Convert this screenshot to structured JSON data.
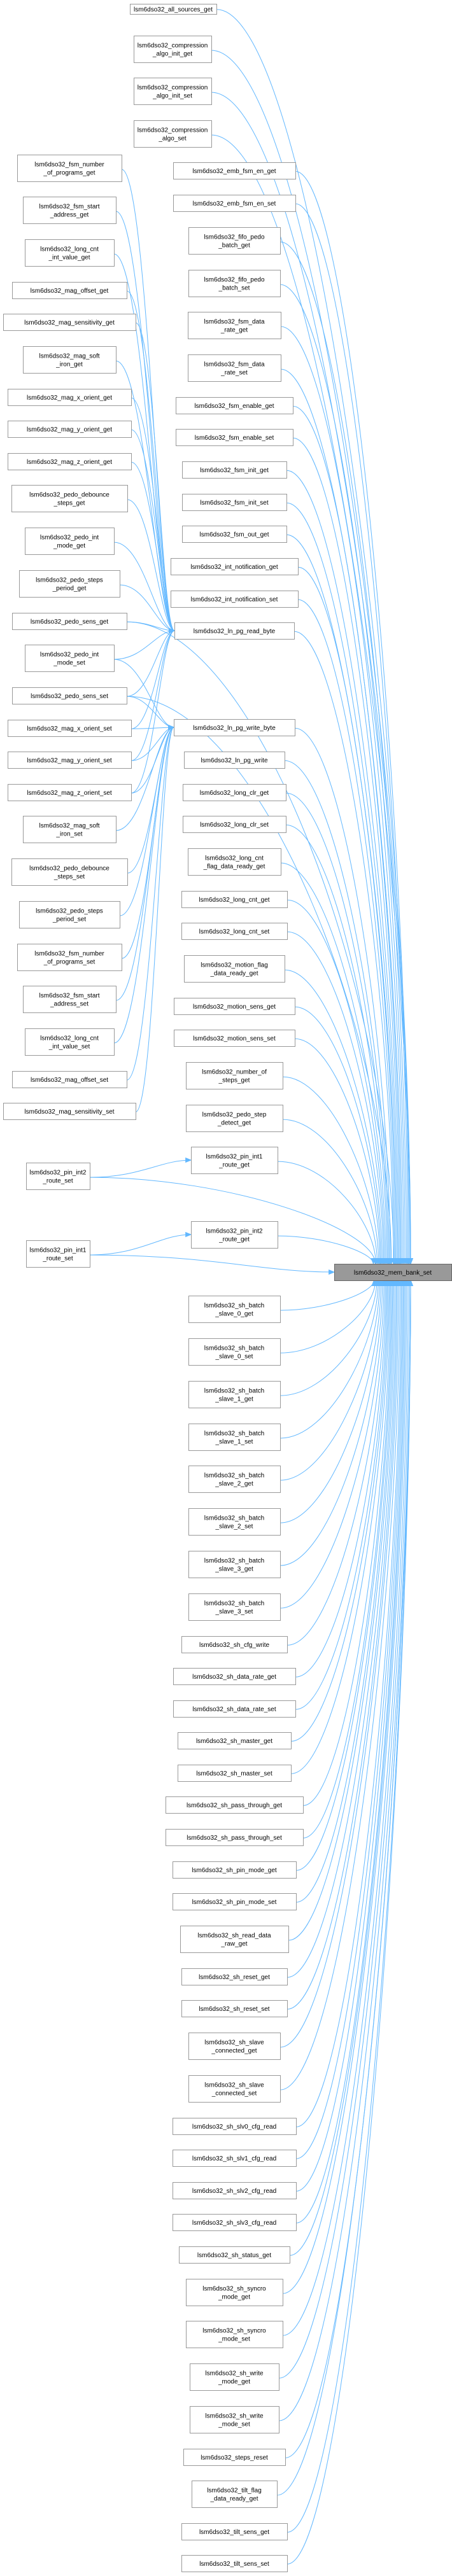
{
  "diagram": {
    "type": "call-graph",
    "target": {
      "id": "mem_bank_set",
      "label": [
        "lsm6dso32_mem_bank_set"
      ]
    },
    "intermediates": [
      {
        "id": "ln_pg_read_byte",
        "label": [
          "lsm6dso32_ln_pg_read_byte"
        ]
      },
      {
        "id": "ln_pg_write_byte",
        "label": [
          "lsm6dso32_ln_pg_write_byte"
        ]
      },
      {
        "id": "pin_int1_route_get",
        "label": [
          "lsm6dso32_pin_int1",
          "_route_get"
        ]
      },
      {
        "id": "pin_int2_route_get",
        "label": [
          "lsm6dso32_pin_int2",
          "_route_get"
        ]
      }
    ],
    "middle_nodes": [
      {
        "id": "all_sources_get",
        "label": [
          "lsm6dso32_all_sources_get"
        ]
      },
      {
        "id": "compression_algo_init_get",
        "label": [
          "lsm6dso32_compression",
          "_algo_init_get"
        ]
      },
      {
        "id": "compression_algo_init_set",
        "label": [
          "lsm6dso32_compression",
          "_algo_init_set"
        ]
      },
      {
        "id": "compression_algo_set",
        "label": [
          "lsm6dso32_compression",
          "_algo_set"
        ]
      },
      {
        "id": "emb_fsm_en_get",
        "label": [
          "lsm6dso32_emb_fsm_en_get"
        ]
      },
      {
        "id": "emb_fsm_en_set",
        "label": [
          "lsm6dso32_emb_fsm_en_set"
        ]
      },
      {
        "id": "fifo_pedo_batch_get",
        "label": [
          "lsm6dso32_fifo_pedo",
          "_batch_get"
        ]
      },
      {
        "id": "fifo_pedo_batch_set",
        "label": [
          "lsm6dso32_fifo_pedo",
          "_batch_set"
        ]
      },
      {
        "id": "fsm_data_rate_get",
        "label": [
          "lsm6dso32_fsm_data",
          "_rate_get"
        ]
      },
      {
        "id": "fsm_data_rate_set",
        "label": [
          "lsm6dso32_fsm_data",
          "_rate_set"
        ]
      },
      {
        "id": "fsm_enable_get",
        "label": [
          "lsm6dso32_fsm_enable_get"
        ]
      },
      {
        "id": "fsm_enable_set",
        "label": [
          "lsm6dso32_fsm_enable_set"
        ]
      },
      {
        "id": "fsm_init_get",
        "label": [
          "lsm6dso32_fsm_init_get"
        ]
      },
      {
        "id": "fsm_init_set",
        "label": [
          "lsm6dso32_fsm_init_set"
        ]
      },
      {
        "id": "fsm_out_get",
        "label": [
          "lsm6dso32_fsm_out_get"
        ]
      },
      {
        "id": "int_notification_get",
        "label": [
          "lsm6dso32_int_notification_get"
        ]
      },
      {
        "id": "int_notification_set",
        "label": [
          "lsm6dso32_int_notification_set"
        ]
      },
      {
        "id": "ln_pg_read_byte",
        "label": [
          "lsm6dso32_ln_pg_read_byte"
        ]
      },
      {
        "id": "ln_pg_write_byte",
        "label": [
          "lsm6dso32_ln_pg_write_byte"
        ]
      },
      {
        "id": "ln_pg_write",
        "label": [
          "lsm6dso32_ln_pg_write"
        ]
      },
      {
        "id": "long_clr_get",
        "label": [
          "lsm6dso32_long_clr_get"
        ]
      },
      {
        "id": "long_clr_set",
        "label": [
          "lsm6dso32_long_clr_set"
        ]
      },
      {
        "id": "long_cnt_flag_data_ready_get",
        "label": [
          "lsm6dso32_long_cnt",
          "_flag_data_ready_get"
        ]
      },
      {
        "id": "long_cnt_get",
        "label": [
          "lsm6dso32_long_cnt_get"
        ]
      },
      {
        "id": "long_cnt_set",
        "label": [
          "lsm6dso32_long_cnt_set"
        ]
      },
      {
        "id": "motion_flag_data_ready_get",
        "label": [
          "lsm6dso32_motion_flag",
          "_data_ready_get"
        ]
      },
      {
        "id": "motion_sens_get",
        "label": [
          "lsm6dso32_motion_sens_get"
        ]
      },
      {
        "id": "motion_sens_set",
        "label": [
          "lsm6dso32_motion_sens_set"
        ]
      },
      {
        "id": "number_of_steps_get",
        "label": [
          "lsm6dso32_number_of",
          "_steps_get"
        ]
      },
      {
        "id": "pedo_step_detect_get",
        "label": [
          "lsm6dso32_pedo_step",
          "_detect_get"
        ]
      },
      {
        "id": "pin_int1_route_get",
        "label": [
          "lsm6dso32_pin_int1",
          "_route_get"
        ]
      },
      {
        "id": "pin_int2_route_get",
        "label": [
          "lsm6dso32_pin_int2",
          "_route_get"
        ]
      },
      {
        "id": "sh_batch_slave_0_get",
        "label": [
          "lsm6dso32_sh_batch",
          "_slave_0_get"
        ]
      },
      {
        "id": "sh_batch_slave_0_set",
        "label": [
          "lsm6dso32_sh_batch",
          "_slave_0_set"
        ]
      },
      {
        "id": "sh_batch_slave_1_get",
        "label": [
          "lsm6dso32_sh_batch",
          "_slave_1_get"
        ]
      },
      {
        "id": "sh_batch_slave_1_set",
        "label": [
          "lsm6dso32_sh_batch",
          "_slave_1_set"
        ]
      },
      {
        "id": "sh_batch_slave_2_get",
        "label": [
          "lsm6dso32_sh_batch",
          "_slave_2_get"
        ]
      },
      {
        "id": "sh_batch_slave_2_set",
        "label": [
          "lsm6dso32_sh_batch",
          "_slave_2_set"
        ]
      },
      {
        "id": "sh_batch_slave_3_get",
        "label": [
          "lsm6dso32_sh_batch",
          "_slave_3_get"
        ]
      },
      {
        "id": "sh_batch_slave_3_set",
        "label": [
          "lsm6dso32_sh_batch",
          "_slave_3_set"
        ]
      },
      {
        "id": "sh_cfg_write",
        "label": [
          "lsm6dso32_sh_cfg_write"
        ]
      },
      {
        "id": "sh_data_rate_get",
        "label": [
          "lsm6dso32_sh_data_rate_get"
        ]
      },
      {
        "id": "sh_data_rate_set",
        "label": [
          "lsm6dso32_sh_data_rate_set"
        ]
      },
      {
        "id": "sh_master_get",
        "label": [
          "lsm6dso32_sh_master_get"
        ]
      },
      {
        "id": "sh_master_set",
        "label": [
          "lsm6dso32_sh_master_set"
        ]
      },
      {
        "id": "sh_pass_through_get",
        "label": [
          "lsm6dso32_sh_pass_through_get"
        ]
      },
      {
        "id": "sh_pass_through_set",
        "label": [
          "lsm6dso32_sh_pass_through_set"
        ]
      },
      {
        "id": "sh_pin_mode_get",
        "label": [
          "lsm6dso32_sh_pin_mode_get"
        ]
      },
      {
        "id": "sh_pin_mode_set",
        "label": [
          "lsm6dso32_sh_pin_mode_set"
        ]
      },
      {
        "id": "sh_read_data_raw_get",
        "label": [
          "lsm6dso32_sh_read_data",
          "_raw_get"
        ]
      },
      {
        "id": "sh_reset_get",
        "label": [
          "lsm6dso32_sh_reset_get"
        ]
      },
      {
        "id": "sh_reset_set",
        "label": [
          "lsm6dso32_sh_reset_set"
        ]
      },
      {
        "id": "sh_slave_connected_get",
        "label": [
          "lsm6dso32_sh_slave",
          "_connected_get"
        ]
      },
      {
        "id": "sh_slave_connected_set",
        "label": [
          "lsm6dso32_sh_slave",
          "_connected_set"
        ]
      },
      {
        "id": "sh_slv0_cfg_read",
        "label": [
          "lsm6dso32_sh_slv0_cfg_read"
        ]
      },
      {
        "id": "sh_slv1_cfg_read",
        "label": [
          "lsm6dso32_sh_slv1_cfg_read"
        ]
      },
      {
        "id": "sh_slv2_cfg_read",
        "label": [
          "lsm6dso32_sh_slv2_cfg_read"
        ]
      },
      {
        "id": "sh_slv3_cfg_read",
        "label": [
          "lsm6dso32_sh_slv3_cfg_read"
        ]
      },
      {
        "id": "sh_status_get",
        "label": [
          "lsm6dso32_sh_status_get"
        ]
      },
      {
        "id": "sh_syncro_mode_get",
        "label": [
          "lsm6dso32_sh_syncro",
          "_mode_get"
        ]
      },
      {
        "id": "sh_syncro_mode_set",
        "label": [
          "lsm6dso32_sh_syncro",
          "_mode_set"
        ]
      },
      {
        "id": "sh_write_mode_get",
        "label": [
          "lsm6dso32_sh_write",
          "_mode_get"
        ]
      },
      {
        "id": "sh_write_mode_set",
        "label": [
          "lsm6dso32_sh_write",
          "_mode_set"
        ]
      },
      {
        "id": "steps_reset",
        "label": [
          "lsm6dso32_steps_reset"
        ]
      },
      {
        "id": "tilt_flag_data_ready_get",
        "label": [
          "lsm6dso32_tilt_flag",
          "_data_ready_get"
        ]
      },
      {
        "id": "tilt_sens_get",
        "label": [
          "lsm6dso32_tilt_sens_get"
        ]
      },
      {
        "id": "tilt_sens_set",
        "label": [
          "lsm6dso32_tilt_sens_set"
        ]
      }
    ],
    "left_nodes": [
      {
        "id": "fsm_number_of_programs_get",
        "label": [
          "lsm6dso32_fsm_number",
          "_of_programs_get"
        ],
        "calls": [
          "ln_pg_read_byte"
        ]
      },
      {
        "id": "fsm_start_address_get",
        "label": [
          "lsm6dso32_fsm_start",
          "_address_get"
        ],
        "calls": [
          "ln_pg_read_byte"
        ]
      },
      {
        "id": "long_cnt_int_value_get",
        "label": [
          "lsm6dso32_long_cnt",
          "_int_value_get"
        ],
        "calls": [
          "ln_pg_read_byte"
        ]
      },
      {
        "id": "mag_offset_get",
        "label": [
          "lsm6dso32_mag_offset_get"
        ],
        "calls": [
          "ln_pg_read_byte"
        ]
      },
      {
        "id": "mag_sensitivity_get",
        "label": [
          "lsm6dso32_mag_sensitivity_get"
        ],
        "calls": [
          "ln_pg_read_byte"
        ]
      },
      {
        "id": "mag_soft_iron_get",
        "label": [
          "lsm6dso32_mag_soft",
          "_iron_get"
        ],
        "calls": [
          "ln_pg_read_byte"
        ]
      },
      {
        "id": "mag_x_orient_get",
        "label": [
          "lsm6dso32_mag_x_orient_get"
        ],
        "calls": [
          "ln_pg_read_byte"
        ]
      },
      {
        "id": "mag_y_orient_get",
        "label": [
          "lsm6dso32_mag_y_orient_get"
        ],
        "calls": [
          "ln_pg_read_byte"
        ]
      },
      {
        "id": "mag_z_orient_get",
        "label": [
          "lsm6dso32_mag_z_orient_get"
        ],
        "calls": [
          "ln_pg_read_byte"
        ]
      },
      {
        "id": "pedo_debounce_steps_get",
        "label": [
          "lsm6dso32_pedo_debounce",
          "_steps_get"
        ],
        "calls": [
          "ln_pg_read_byte"
        ]
      },
      {
        "id": "pedo_int_mode_get",
        "label": [
          "lsm6dso32_pedo_int",
          "_mode_get"
        ],
        "calls": [
          "ln_pg_read_byte"
        ]
      },
      {
        "id": "pedo_steps_period_get",
        "label": [
          "lsm6dso32_pedo_steps",
          "_period_get"
        ],
        "calls": [
          "ln_pg_read_byte"
        ]
      },
      {
        "id": "pedo_sens_get",
        "label": [
          "lsm6dso32_pedo_sens_get"
        ],
        "calls": [
          "ln_pg_read_byte",
          "mem_bank_set"
        ]
      },
      {
        "id": "pedo_int_mode_set",
        "label": [
          "lsm6dso32_pedo_int",
          "_mode_set"
        ],
        "calls": [
          "ln_pg_read_byte",
          "ln_pg_write_byte"
        ]
      },
      {
        "id": "pedo_sens_set",
        "label": [
          "lsm6dso32_pedo_sens_set"
        ],
        "calls": [
          "ln_pg_read_byte",
          "ln_pg_write_byte",
          "mem_bank_set"
        ]
      },
      {
        "id": "mag_x_orient_set",
        "label": [
          "lsm6dso32_mag_x_orient_set"
        ],
        "calls": [
          "ln_pg_read_byte",
          "ln_pg_write_byte"
        ]
      },
      {
        "id": "mag_y_orient_set",
        "label": [
          "lsm6dso32_mag_y_orient_set"
        ],
        "calls": [
          "ln_pg_read_byte",
          "ln_pg_write_byte"
        ]
      },
      {
        "id": "mag_z_orient_set",
        "label": [
          "lsm6dso32_mag_z_orient_set"
        ],
        "calls": [
          "ln_pg_read_byte",
          "ln_pg_write_byte"
        ]
      },
      {
        "id": "mag_soft_iron_set",
        "label": [
          "lsm6dso32_mag_soft",
          "_iron_set"
        ],
        "calls": [
          "ln_pg_write_byte"
        ]
      },
      {
        "id": "pedo_debounce_steps_set",
        "label": [
          "lsm6dso32_pedo_debounce",
          "_steps_set"
        ],
        "calls": [
          "ln_pg_write_byte"
        ]
      },
      {
        "id": "pedo_steps_period_set",
        "label": [
          "lsm6dso32_pedo_steps",
          "_period_set"
        ],
        "calls": [
          "ln_pg_write_byte"
        ]
      },
      {
        "id": "fsm_number_of_programs_set",
        "label": [
          "lsm6dso32_fsm_number",
          "_of_programs_set"
        ],
        "calls": [
          "ln_pg_write_byte"
        ]
      },
      {
        "id": "fsm_start_address_set",
        "label": [
          "lsm6dso32_fsm_start",
          "_address_set"
        ],
        "calls": [
          "ln_pg_write_byte"
        ]
      },
      {
        "id": "long_cnt_int_value_set",
        "label": [
          "lsm6dso32_long_cnt",
          "_int_value_set"
        ],
        "calls": [
          "ln_pg_write_byte"
        ]
      },
      {
        "id": "mag_offset_set",
        "label": [
          "lsm6dso32_mag_offset_set"
        ],
        "calls": [
          "ln_pg_write_byte"
        ]
      },
      {
        "id": "mag_sensitivity_set",
        "label": [
          "lsm6dso32_mag_sensitivity_set"
        ],
        "calls": [
          "ln_pg_write_byte"
        ]
      },
      {
        "id": "pin_int2_route_set",
        "label": [
          "lsm6dso32_pin_int2",
          "_route_set"
        ],
        "calls": [
          "pin_int1_route_get",
          "mem_bank_set"
        ]
      },
      {
        "id": "pin_int1_route_set",
        "label": [
          "lsm6dso32_pin_int1",
          "_route_set"
        ],
        "calls": [
          "pin_int2_route_get",
          "mem_bank_set"
        ]
      }
    ],
    "colors": {
      "edge": "#63b8ff",
      "node_border": "#999999",
      "node_fill": "#ffffff",
      "target_fill": "#999999"
    }
  }
}
